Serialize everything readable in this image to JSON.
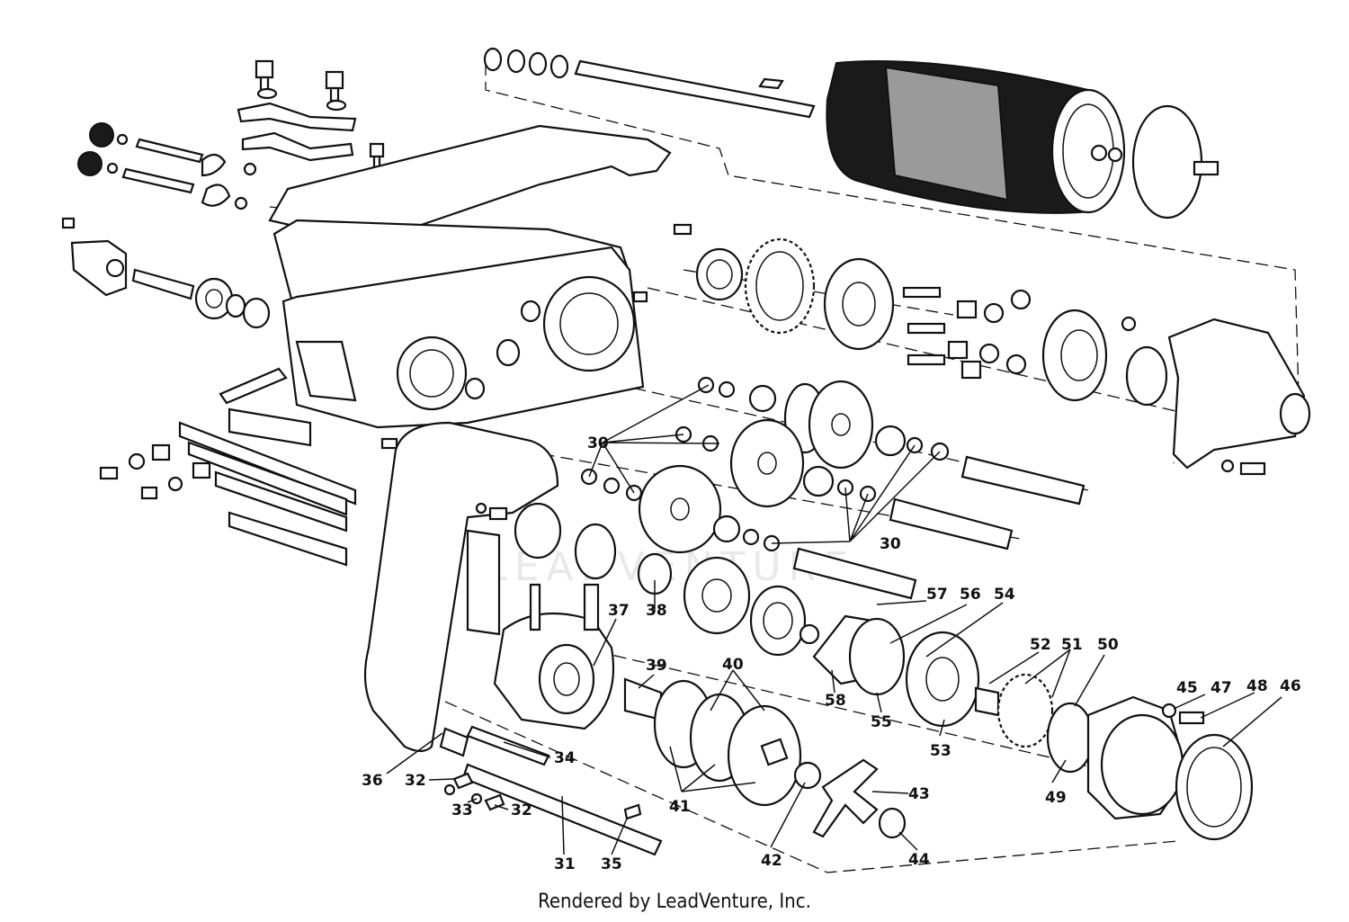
{
  "watermark": "LEADVENTURE",
  "footer": "Rendered by LeadVenture, Inc.",
  "callouts": [
    {
      "id": "30a",
      "text": "30"
    },
    {
      "id": "30b",
      "text": "30"
    },
    {
      "id": "31",
      "text": "31"
    },
    {
      "id": "32a",
      "text": "32"
    },
    {
      "id": "32b",
      "text": "32"
    },
    {
      "id": "33",
      "text": "33"
    },
    {
      "id": "34",
      "text": "34"
    },
    {
      "id": "35",
      "text": "35"
    },
    {
      "id": "36",
      "text": "36"
    },
    {
      "id": "37",
      "text": "37"
    },
    {
      "id": "38",
      "text": "38"
    },
    {
      "id": "39",
      "text": "39"
    },
    {
      "id": "40",
      "text": "40"
    },
    {
      "id": "41",
      "text": "41"
    },
    {
      "id": "42",
      "text": "42"
    },
    {
      "id": "43",
      "text": "43"
    },
    {
      "id": "44",
      "text": "44"
    },
    {
      "id": "45",
      "text": "45"
    },
    {
      "id": "46",
      "text": "46"
    },
    {
      "id": "47",
      "text": "47"
    },
    {
      "id": "48",
      "text": "48"
    },
    {
      "id": "49",
      "text": "49"
    },
    {
      "id": "50",
      "text": "50"
    },
    {
      "id": "51",
      "text": "51"
    },
    {
      "id": "52",
      "text": "52"
    },
    {
      "id": "53",
      "text": "53"
    },
    {
      "id": "54",
      "text": "54"
    },
    {
      "id": "55",
      "text": "55"
    },
    {
      "id": "56",
      "text": "56"
    },
    {
      "id": "57",
      "text": "57"
    },
    {
      "id": "58",
      "text": "58"
    }
  ]
}
